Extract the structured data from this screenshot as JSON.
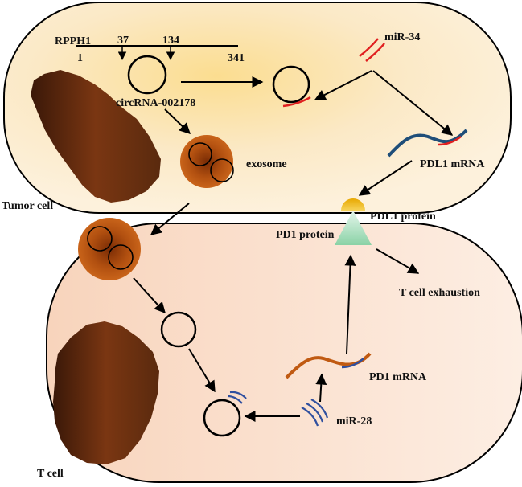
{
  "gene": {
    "name": "RPPH1",
    "start": "1",
    "end": "341",
    "pos_a": "37",
    "pos_b": "134"
  },
  "circrna_label": "circRNA-002178",
  "exosome_label": "exosome",
  "tumor_cell_label": "Tumor cell",
  "t_cell_label": "T cell",
  "mir34_label": "miR-34",
  "pdl1_mrna_label": "PDL1 mRNA",
  "pdl1_protein_label": "PDL1 protein",
  "pd1_protein_label": "PD1 protein",
  "exhaustion_label": "T cell exhaustion",
  "pd1_mrna_label": "PD1 mRNA",
  "mir28_label": "miR-28"
}
